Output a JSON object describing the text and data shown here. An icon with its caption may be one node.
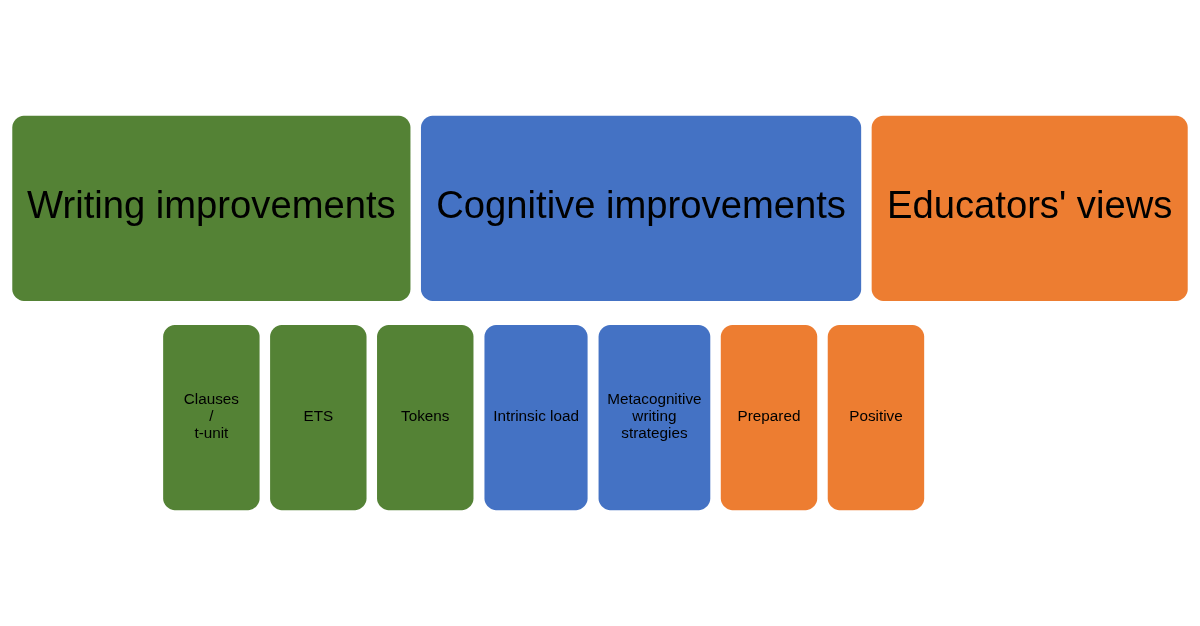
{
  "diagram": {
    "nodes": [
      {
        "text": [
          "Writing improvements"
        ]
      },
      {
        "text": [
          "Cognitive improvements"
        ]
      },
      {
        "text": [
          "Educators' views"
        ]
      },
      {
        "text": [
          "Clauses / t-unit"
        ]
      },
      {
        "text": [
          "ETS"
        ]
      },
      {
        "text": [
          "Tokens"
        ]
      },
      {
        "text": [
          "Intrinsic load"
        ]
      },
      {
        "text": [
          "Metacognitive writing strategies"
        ]
      },
      {
        "text": [
          "Prepared"
        ]
      },
      {
        "text": [
          "Positive"
        ]
      }
    ]
  }
}
